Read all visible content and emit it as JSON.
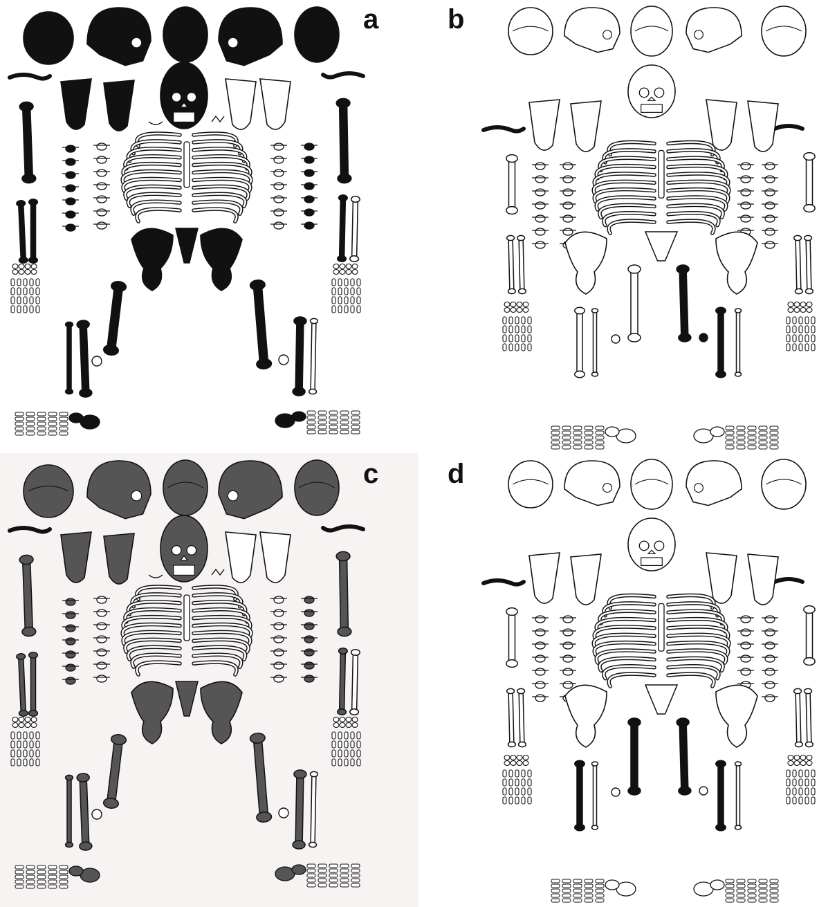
{
  "figure": {
    "panels": [
      {
        "letter": "a",
        "style": "adult",
        "fill": "#111111",
        "bg": "#ffffff"
      },
      {
        "letter": "b",
        "style": "juvenile",
        "fill": "#111111",
        "bg": "#ffffff"
      },
      {
        "letter": "c",
        "style": "adult",
        "fill": "#555555",
        "bg": "#f6f3f2"
      },
      {
        "letter": "d",
        "style": "juvenile",
        "fill": "#111111",
        "bg": "#ffffff"
      }
    ]
  }
}
